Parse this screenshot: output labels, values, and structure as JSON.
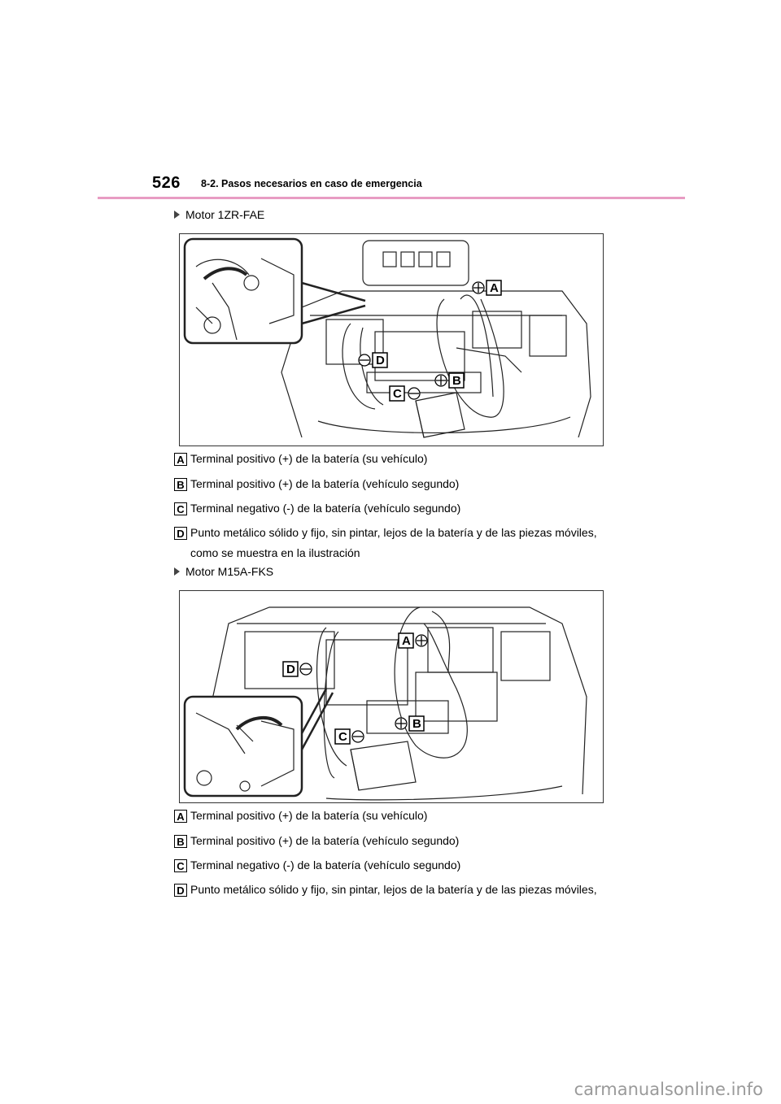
{
  "header": {
    "page_number": "526",
    "section": "8-2. Pasos necesarios en caso de emergencia"
  },
  "sections": [
    {
      "heading": "Motor 1ZR-FAE",
      "figure_labels": [
        "A",
        "B",
        "C",
        "D"
      ],
      "items": [
        {
          "letter": "A",
          "text": "Terminal positivo (+) de la batería (su vehículo)"
        },
        {
          "letter": "B",
          "text": "Terminal positivo (+) de la batería (vehículo segundo)"
        },
        {
          "letter": "C",
          "text": "Terminal negativo (-) de la batería (vehículo segundo)"
        },
        {
          "letter": "D",
          "text": "Punto metálico sólido y fijo, sin pintar, lejos de la batería y de las piezas móviles, como se muestra en la ilustración"
        }
      ]
    },
    {
      "heading": "Motor M15A-FKS",
      "figure_labels": [
        "A",
        "B",
        "C",
        "D"
      ],
      "items": [
        {
          "letter": "A",
          "text": "Terminal positivo (+) de la batería (su vehículo)"
        },
        {
          "letter": "B",
          "text": "Terminal positivo (+) de la batería (vehículo segundo)"
        },
        {
          "letter": "C",
          "text": "Terminal negativo (-) de la batería (vehículo segundo)"
        },
        {
          "letter": "D",
          "text": "Punto metálico sólido y fijo, sin pintar, lejos de la batería y de las piezas móviles,"
        }
      ]
    }
  ],
  "watermark": "carmanualsonline.info"
}
